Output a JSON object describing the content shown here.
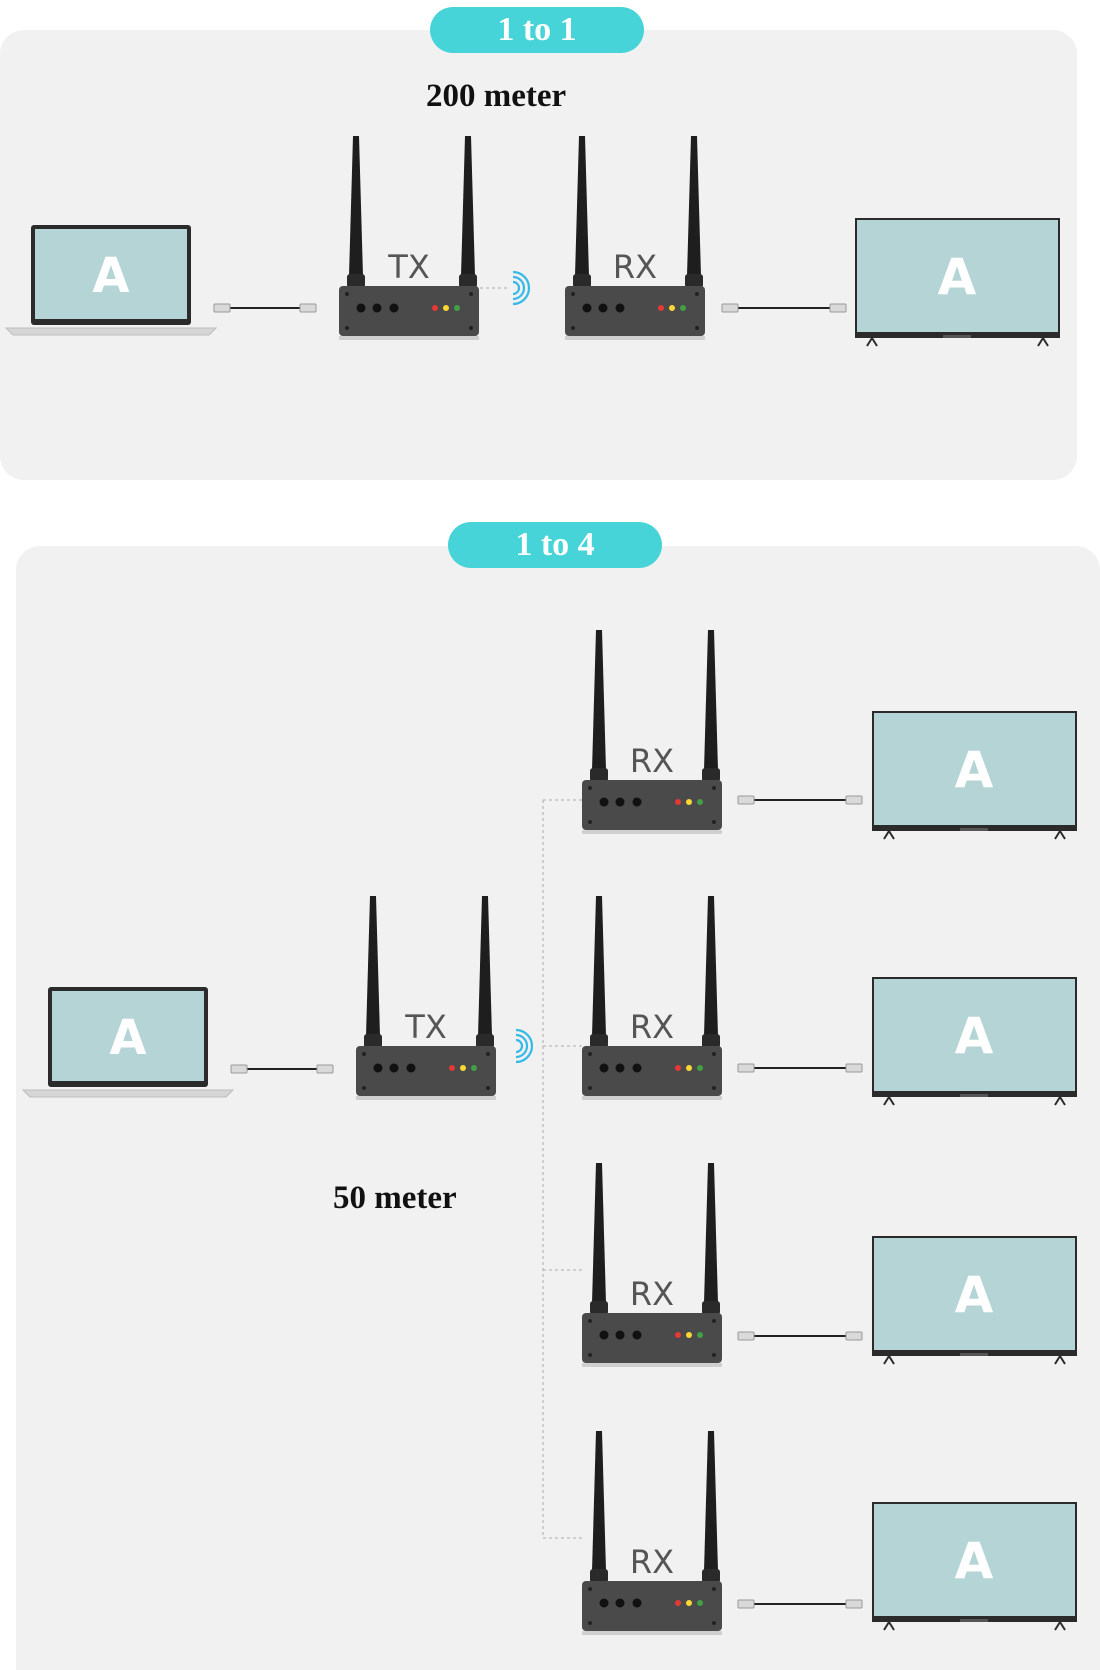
{
  "section_one": {
    "mode": "1 to 1",
    "distance": "200 meter"
  },
  "section_two": {
    "mode": "1 to 4",
    "distance": "50 meter"
  },
  "devices": {
    "transmitter_label": "TX",
    "receiver_label": "RX",
    "screen_letter": "A"
  },
  "colors": {
    "accent": "#46d4d8",
    "panel": "#f1f1f1",
    "screen": "#b5d4d6",
    "device": "#4a4a4a"
  }
}
